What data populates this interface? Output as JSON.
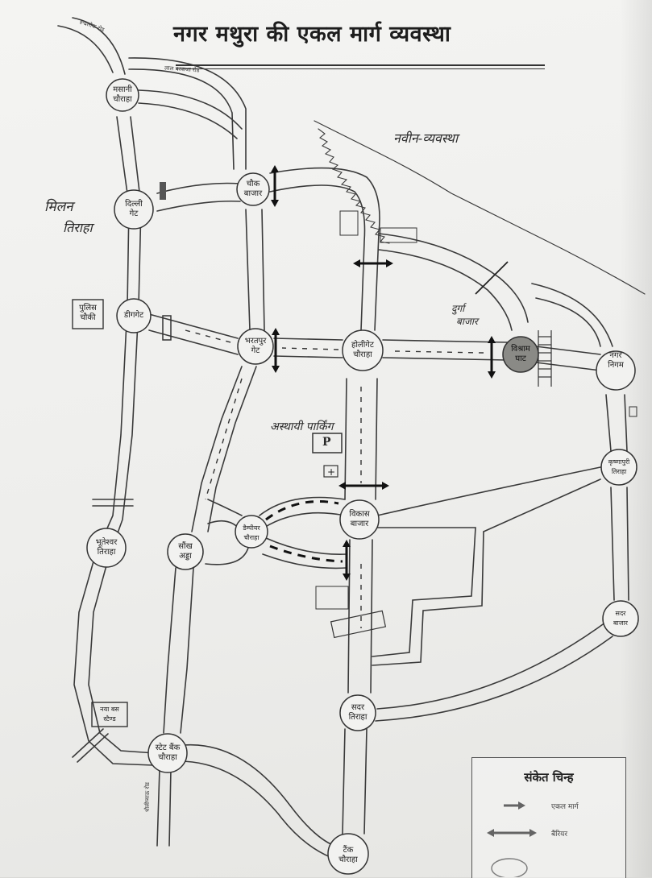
{
  "title": "नगर मथुरा की एकल मार्ग व्यवस्था",
  "handwritten": {
    "top_note": "नवीन-व्यवस्था",
    "left_note_1": "मिलन",
    "left_note_2": "तिराहा",
    "parking_note": "अस्थायी पार्किंग",
    "parking_box": "P",
    "mid_note_1": "दुर्गा",
    "mid_note_2": "बाजार"
  },
  "road_labels": {
    "top_left": "इन्द्रलोक रोड",
    "top_mid": "लाल दरवाजा रोड",
    "bottom_left": "धौलीप्याऊ रोड"
  },
  "nodes": [
    {
      "id": "masani",
      "l1": "मसानी",
      "l2": "चौराहा"
    },
    {
      "id": "chowk",
      "l1": "चौक",
      "l2": "बाजार"
    },
    {
      "id": "dilli",
      "l1": "दिल्ली",
      "l2": "गेट"
    },
    {
      "id": "deeg",
      "l1": "डीगगेट",
      "l2": ""
    },
    {
      "id": "bharatpur",
      "l1": "भरतपुर",
      "l2": "गेट"
    },
    {
      "id": "holigate",
      "l1": "होलीगेट",
      "l2": "चौराहा"
    },
    {
      "id": "vishram",
      "l1": "विश्राम",
      "l2": "घाट"
    },
    {
      "id": "nagar",
      "l1": "नगर",
      "l2": "निगम"
    },
    {
      "id": "krishna",
      "l1": "कृष्णापुरी",
      "l2": "तिराहा"
    },
    {
      "id": "vikas",
      "l1": "विकास",
      "l2": "बाजार"
    },
    {
      "id": "dampier",
      "l1": "डैम्पीयर",
      "l2": "चौराहा"
    },
    {
      "id": "bhuteshwar",
      "l1": "भूतेश्वर",
      "l2": "तिराहा"
    },
    {
      "id": "saunkh",
      "l1": "सौंख",
      "l2": "अड्डा"
    },
    {
      "id": "sadar",
      "l1": "सदर",
      "l2": "बाजार"
    },
    {
      "id": "sadartiraha",
      "l1": "सदर",
      "l2": "तिराहा"
    },
    {
      "id": "statebank",
      "l1": "स्टेट बैंक",
      "l2": "चौराहा"
    },
    {
      "id": "tank",
      "l1": "टैंक",
      "l2": "चौराहा"
    }
  ],
  "boxes": {
    "police_1": "पुलिस",
    "police_2": "चौकी",
    "bus_1": "नया बस",
    "bus_2": "स्टैण्ड"
  },
  "legend": {
    "title": "संकेत चिन्ह",
    "items": [
      {
        "label": "एकल मार्ग"
      },
      {
        "label": "बैरियर"
      }
    ]
  }
}
